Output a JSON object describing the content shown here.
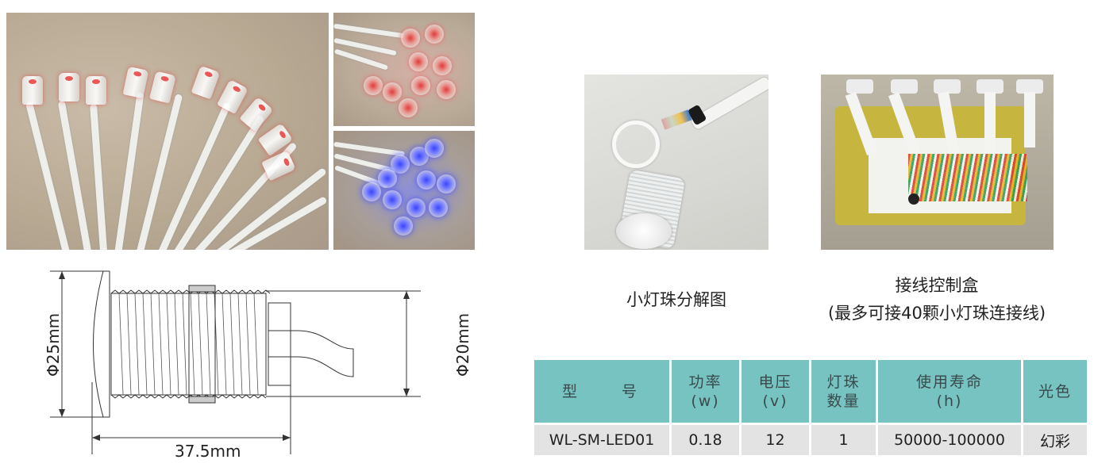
{
  "photos": {
    "main": {
      "alt": "LED pixel lights with red glow on cables"
    },
    "red_closeup": {
      "alt": "Cluster of LED pixels glowing red"
    },
    "blue_closeup": {
      "alt": "Cluster of LED pixels glowing blue"
    },
    "exploded": {
      "alt": "Disassembled small LED pixel"
    },
    "control_box": {
      "alt": "Wiring control box with PCB"
    }
  },
  "captions": {
    "exploded_view": "小灯珠分解图",
    "control_box_line1": "接线控制盒",
    "control_box_line2": "(最多可接40颗小灯珠连接线)"
  },
  "drawing": {
    "diameter_outer": "Φ25mm",
    "diameter_inner": "Φ20mm",
    "length": "37.5mm"
  },
  "spec_table": {
    "headers": [
      {
        "line1": "型　　号",
        "line2": ""
      },
      {
        "line1": "功率",
        "line2": "(w)"
      },
      {
        "line1": "电压",
        "line2": "(v)"
      },
      {
        "line1": "灯珠",
        "line2": "数量"
      },
      {
        "line1": "使用寿命",
        "line2": "(h)"
      },
      {
        "line1": "光色",
        "line2": ""
      }
    ],
    "rows": [
      [
        "WL-SM-LED01",
        "0.18",
        "12",
        "1",
        "50000-100000",
        "幻彩"
      ]
    ],
    "colors": {
      "header_bg": "#76c3c1",
      "row_bg": "#e3e3e3"
    }
  }
}
